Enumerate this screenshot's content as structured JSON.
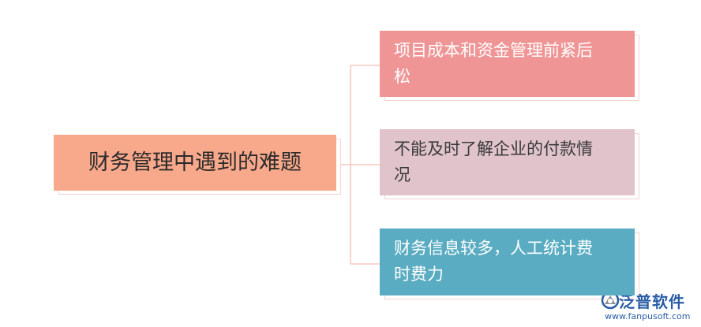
{
  "root": {
    "label": "财务管理中遇到的难题",
    "color": "#f9a98b"
  },
  "children": [
    {
      "lines": [
        "项目成本和资金管理前紧后",
        "松"
      ],
      "color": "#ef9595"
    },
    {
      "lines": [
        "不能及时了解企业的付款情",
        "况"
      ],
      "color": "#e0c3cb"
    },
    {
      "lines": [
        "财务信息较多，人工统计费",
        "时费力"
      ],
      "color": "#5aacc2"
    }
  ],
  "connector_color": "#f4c9bf",
  "watermark": {
    "brand": "泛普软件",
    "url": "www.fanpusoft.com",
    "icon": "fanpu-logo-icon"
  }
}
